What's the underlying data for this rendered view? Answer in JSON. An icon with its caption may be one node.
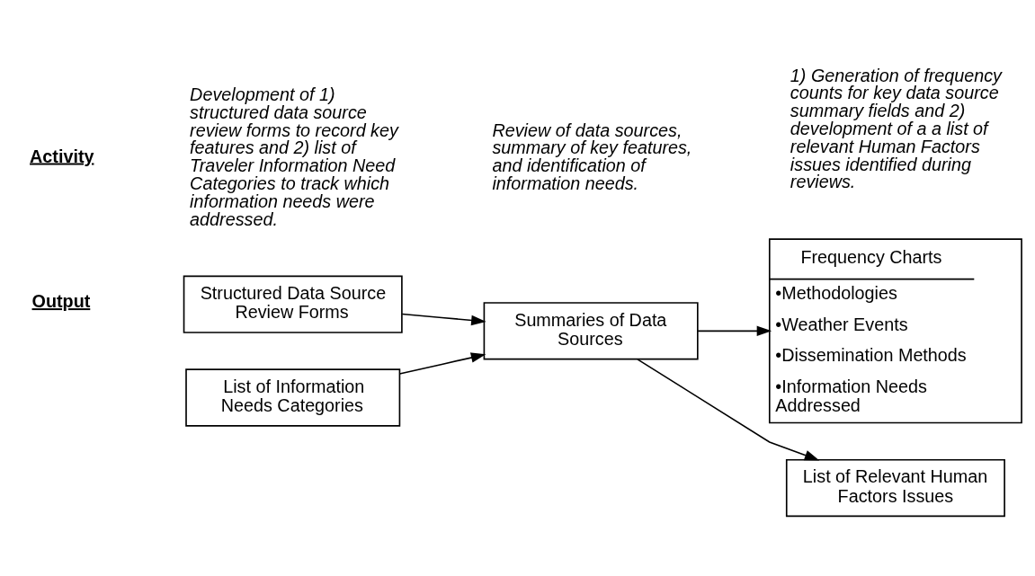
{
  "diagram": {
    "nodes": [
      {
        "text": [
          "Structured Data Source Review Forms"
        ]
      },
      {
        "text": [
          "List of Information Needs Categories"
        ]
      },
      {
        "text": [
          "Summaries of Data Sources"
        ]
      },
      {
        "text": [
          "Frequency Charts",
          "•Methodologies",
          "•Weather Events",
          "•Dissemination Methods",
          "•Information Needs Addressed"
        ]
      },
      {
        "text": [
          "List of Relevant Human Factors Issues"
        ]
      }
    ],
    "edges": [
      {
        "from": 0,
        "to": 2,
        "arrow": "to"
      },
      {
        "from": 1,
        "to": 2,
        "arrow": "to"
      },
      {
        "from": 2,
        "to": 3,
        "arrow": "to"
      },
      {
        "from": 2,
        "to": 4,
        "arrow": "to"
      }
    ],
    "labels": [
      "Activity",
      "Development of 1) structured data source review forms to record key features and 2) list of Traveler Information Need Categories to track which information needs were addressed.",
      "Review of data sources, summary of key features, and identification of information needs.",
      "1) Generation of frequency counts for key data source summary fields and 2) development of a a list of relevant Human Factors issues identified during reviews.",
      "Output"
    ]
  }
}
